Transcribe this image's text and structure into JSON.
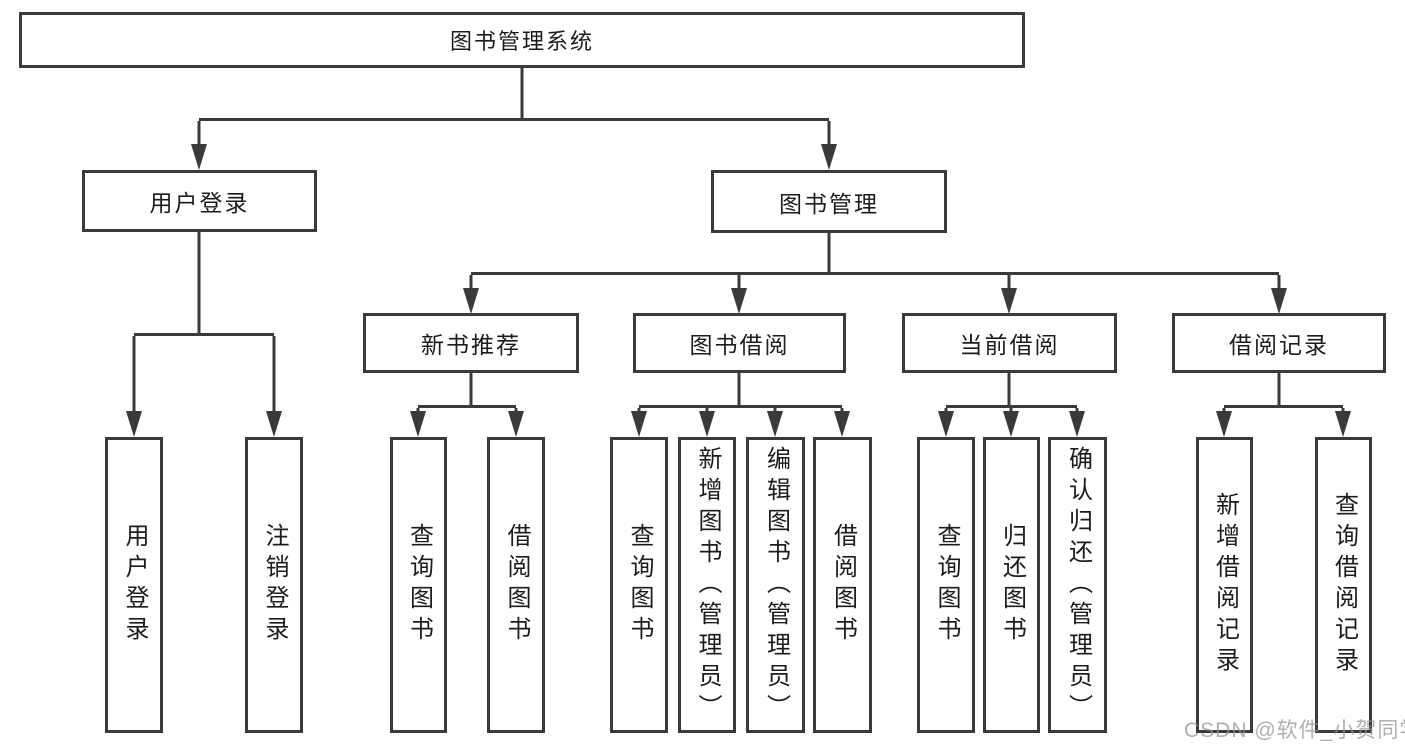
{
  "diagram": {
    "title": "图书管理系统",
    "branches": [
      {
        "label": "用户登录",
        "children": [
          {
            "label": "用户登录"
          },
          {
            "label": "注销登录"
          }
        ]
      },
      {
        "label": "图书管理",
        "children": [
          {
            "label": "新书推荐",
            "children": [
              {
                "label": "查询图书"
              },
              {
                "label": "借阅图书"
              }
            ]
          },
          {
            "label": "图书借阅",
            "children": [
              {
                "label": "查询图书"
              },
              {
                "label": "新增图书（管理员）"
              },
              {
                "label": "编辑图书（管理员）"
              },
              {
                "label": "借阅图书"
              }
            ]
          },
          {
            "label": "当前借阅",
            "children": [
              {
                "label": "查询图书"
              },
              {
                "label": "归还图书"
              },
              {
                "label": "确认归还（管理员）"
              }
            ]
          },
          {
            "label": "借阅记录",
            "children": [
              {
                "label": "新增借阅记录"
              },
              {
                "label": "查询借阅记录"
              }
            ]
          }
        ]
      }
    ]
  },
  "watermark": "CSDN @软件_小贺同学",
  "colors": {
    "line": "#3a3a3a",
    "text": "#1c1c1c",
    "background": "#ffffff",
    "watermark": "#949494"
  }
}
